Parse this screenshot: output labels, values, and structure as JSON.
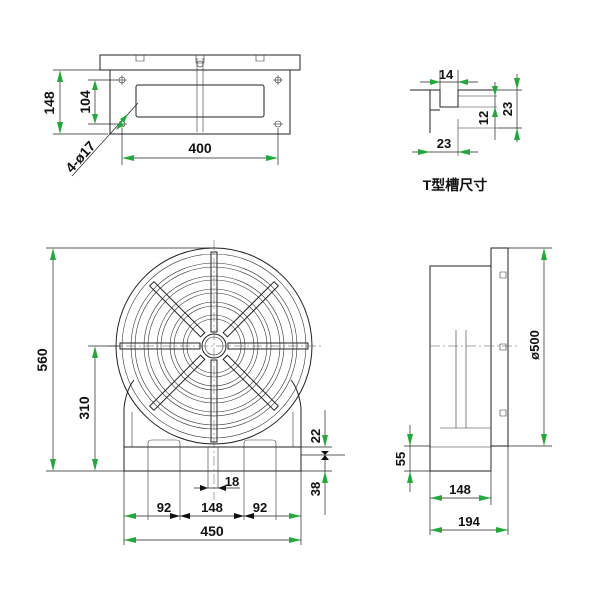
{
  "top_view": {
    "dim_148": "148",
    "dim_104": "104",
    "dim_400": "400",
    "hole_note": "4-ø17"
  },
  "tslot_detail": {
    "dim_14": "14",
    "dim_23_vertical": "23",
    "dim_12": "12",
    "dim_23_horizontal": "23",
    "caption": "T型槽尺寸"
  },
  "front_view": {
    "dim_560": "560",
    "dim_310": "310",
    "dim_22": "22",
    "dim_18": "18",
    "dim_38": "38",
    "dim_92_left": "92",
    "dim_148": "148",
    "dim_92_right": "92",
    "dim_450": "450"
  },
  "side_view": {
    "dim_diameter_500": "ø500",
    "dim_55": "55",
    "dim_148": "148",
    "dim_194": "194"
  },
  "colors": {
    "arrow_green": "#22a93a",
    "line": "#222222"
  }
}
